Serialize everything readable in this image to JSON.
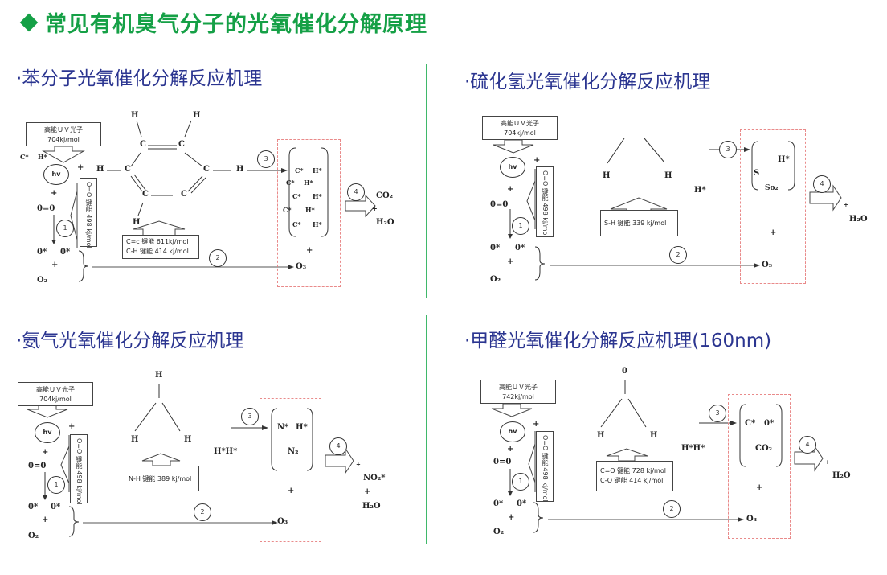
{
  "main_title": "常见有机臭气分子的光氧催化分解原理",
  "colors": {
    "title_green": "#15a046",
    "section_blue": "#2b3590",
    "divider_green": "#3fb86a",
    "dashed_red": "#e98a8a"
  },
  "common": {
    "uv_label": "高能ＵＶ光子",
    "hv_label": "hv",
    "plus": "+",
    "oxygen_molecule": "0=0",
    "oxygen_bond_label": "O=O 键能 498 kj/mol",
    "o_radical": "0*",
    "o2": "O₂",
    "o3": "O₃",
    "step1": "1",
    "step2": "2",
    "step3": "3",
    "step4": "4"
  },
  "panels": [
    {
      "id": "benzene",
      "title": "·苯分子光氧催化分解反应机理",
      "uv_energy": "704kj/mol",
      "side_radicals": [
        "C*",
        "H*"
      ],
      "molecule_atoms": {
        "c": "C",
        "h": "H"
      },
      "bond_energies": [
        "C=c 键能 611kj/mol",
        "C-H 键能 414 kj/mol"
      ],
      "intermediates": [
        [
          "C*",
          "H*"
        ],
        [
          "C*",
          "H*"
        ],
        [
          "C*",
          "H*"
        ],
        [
          "C*",
          "H*"
        ],
        [
          "C*",
          "H*"
        ]
      ],
      "products": [
        "CO₂",
        "+",
        "H₂O"
      ]
    },
    {
      "id": "hydrogen-sulfide",
      "title": "·硫化氢光氧催化分解反应机理",
      "uv_energy": "704kj/mol",
      "molecule_atoms": {
        "h": "H"
      },
      "bond_energies": [
        "S-H 键能 339 kj/mol"
      ],
      "free_radicals": "H*",
      "intermediates": [
        "H*",
        "S",
        "So₂"
      ],
      "products": [
        "+",
        "H₂O"
      ]
    },
    {
      "id": "ammonia",
      "title": "·氨气光氧催化分解反应机理",
      "uv_energy": "704kj/mol",
      "molecule_atoms": {
        "h": "H"
      },
      "bond_energies": [
        "N-H 键能 389 kj/mol"
      ],
      "free_radicals": "H*H*",
      "intermediates": [
        "N*",
        "H*",
        "N₂"
      ],
      "products": [
        "+",
        "NO₂*",
        "+",
        "H₂O"
      ]
    },
    {
      "id": "formaldehyde",
      "title": "·甲醛光氧催化分解反应机理(160nm)",
      "uv_energy": "742kj/mol",
      "molecule_atoms": {
        "o": "0",
        "h": "H"
      },
      "bond_energies": [
        "C=O 键能 728 kj/mol",
        "C-O 键能 414 kj/mol"
      ],
      "free_radicals": "H*H*",
      "intermediates": [
        "C*",
        "0*",
        "CO₂"
      ],
      "products": [
        "+",
        "H₂O"
      ]
    }
  ]
}
